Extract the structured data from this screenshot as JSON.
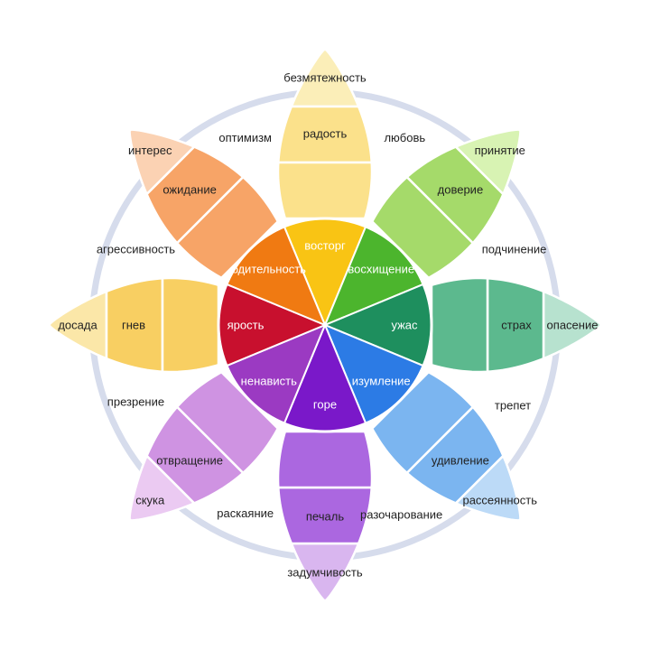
{
  "petals": [
    {
      "angle": 0,
      "colors": [
        "#fbeeb8",
        "#fbe18b",
        "#f9c414"
      ],
      "labels": [
        "безмятежность",
        "радость",
        "восторг"
      ]
    },
    {
      "angle": 45,
      "colors": [
        "#d8f3b3",
        "#a5da6a",
        "#4cb52d"
      ],
      "labels": [
        "принятие",
        "доверие",
        "восхищение"
      ]
    },
    {
      "angle": 90,
      "colors": [
        "#b7e2cf",
        "#5cb98e",
        "#1e8f5e"
      ],
      "labels": [
        "опасение",
        "страх",
        "ужас"
      ]
    },
    {
      "angle": 135,
      "colors": [
        "#bcdaf7",
        "#7bb5f0",
        "#2c7be5"
      ],
      "labels": [
        "рассеянность",
        "удивление",
        "изумление"
      ]
    },
    {
      "angle": 180,
      "colors": [
        "#d9b6ef",
        "#ab67e0",
        "#7a18c9"
      ],
      "labels": [
        "задумчивость",
        "печаль",
        "горе"
      ]
    },
    {
      "angle": 225,
      "colors": [
        "#ebcaf2",
        "#cf93e2",
        "#9b3ac2"
      ],
      "labels": [
        "скука",
        "отвращение",
        "ненависть"
      ]
    },
    {
      "angle": 270,
      "colors": [
        "#fbe7a8",
        "#f8cf62",
        "#c8102e"
      ],
      "labels": [
        "досада",
        "гнев",
        "ярость"
      ]
    },
    {
      "angle": 315,
      "colors": [
        "#fbd2b3",
        "#f7a467",
        "#f07a12"
      ],
      "labels": [
        "интерес",
        "ожидание",
        "бдительность"
      ]
    }
  ],
  "dyads": [
    {
      "angle": 337,
      "label": "оптимизм"
    },
    {
      "angle": 23,
      "label": "любовь"
    },
    {
      "angle": 68,
      "label": "подчинение"
    },
    {
      "angle": 113,
      "label": "трепет"
    },
    {
      "angle": 158,
      "label": "разочарование"
    },
    {
      "angle": 203,
      "label": "раскаяние"
    },
    {
      "angle": 248,
      "label": "презрение"
    },
    {
      "angle": 292,
      "label": "агрессивность"
    }
  ],
  "colors": {
    "ring": "#d6dcec",
    "divider": "#ffffff"
  }
}
